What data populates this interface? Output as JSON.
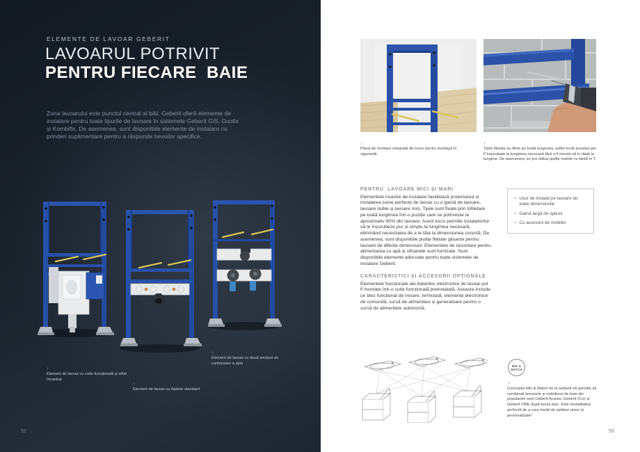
{
  "left_page": {
    "eyebrow": "ELEMENTE DE LAVOAR GEBERIT",
    "title_line1": "LAVOARUL POTRIVIT",
    "title_line2": "PENTRU FIECARE  BAIE",
    "intro": "Zona lavoarului este punctul central al băii. Geberit oferă elemente de instalare pentru toate tipurile de lavoare în sistemele Geberit GIS, Duofix și Kombifix. De asemenea, sunt disponibile elemente de instalare cu prinderi suplimentare pentru a răspunde nevoilor specifice.",
    "captions": [
      {
        "arrow": "↑",
        "text": "Element de lavoar cu cutie funcțională și sifon încastrat"
      },
      {
        "arrow": "↑",
        "text": "Element de lavoar cu baterie standard"
      },
      {
        "arrow": "↑",
        "text": "Element de lavoar cu două secțiuni de contorizare a apei"
      }
    ],
    "page_number": "52"
  },
  "right_page": {
    "photo_captions": [
      {
        "arrow": "↑",
        "text": "Placă de montare integrată din lemn pentru montajul în siguranță."
      },
      {
        "arrow": "↑",
        "text": "Tijele filetate au filete pe toată lungimea, astfel încât acestea pot fi înșurubate la lungimea necesară fără a fi nevoie să le tăiați la lungime. De asemenea, se pot utiliza piulițe mobile cu fantă în T."
      }
    ],
    "section1": {
      "heading": "PENTRU  LAVOARE MICI ȘI MARI",
      "body": "Elementele noastre de instalare facilitează proiectarea și instalarea zonei perfecte de lavoar cu o gamă de lavoare, lavoare duble și lavoare mici. Tijele sunt fixate prin înfiletare pe toată lungimea într-o poziție care se potrivește la aproximativ 90% din lavoare. Acest lucru permite instalatorilor să le înșurubeze pur și simplu la lungimea necesară, eliminând necesitatea de a le tăia la dimensiunea corectă. De asemenea, sunt disponibile piulițe filetate glisante pentru lavoare de diferite dimensiuni. Elementele de racordare pentru alimentarea cu apă și sifoanele sunt furnizate. Sunt disponibile elemente adecvate pentru toate sistemele de instalare Geberit."
    },
    "benefits": [
      {
        "marker": "‣",
        "text": "Ușor de instalat pe lavoare de toate dimensiunile"
      },
      {
        "marker": "‣",
        "text": "Gamă largă de opțiuni"
      },
      {
        "marker": "‣",
        "text": "Cu accesorii de mobilier"
      }
    ],
    "section2": {
      "heading": "CARACTERISTICI ȘI ACCESORII OPȚIONALE",
      "body": "Elementele funcționale ale bateriilor electronice de lavoar pot fi montate într-o cutie funcțională preinstalată. Aceasta include un bloc funcțional de mixare, termostat, elemente electronice de comandă, sursă de alimentare și generatoare pentru o sursă de alimentare autonomă."
    },
    "badge": {
      "line1": "MIX &",
      "line2": "MATCH"
    },
    "mix_match": {
      "arrow": "←",
      "text": "Conceptul Mix & Match de la Geberit vă permite să combinați lavoarele și mobilierul de baie din popularele serii Geberit Acanto, Geberit iCon și Geberit ONE după bunul plac. Este modalitatea perfectă de a crea medii de spălare unice și personalizate!"
    },
    "page_number": "53"
  },
  "colors": {
    "geberit_blue": "#2750a8",
    "rod_yellow": "#d7c85c",
    "dark_page_bg": "#1a222c",
    "heading_gray": "#8f8f8f"
  }
}
